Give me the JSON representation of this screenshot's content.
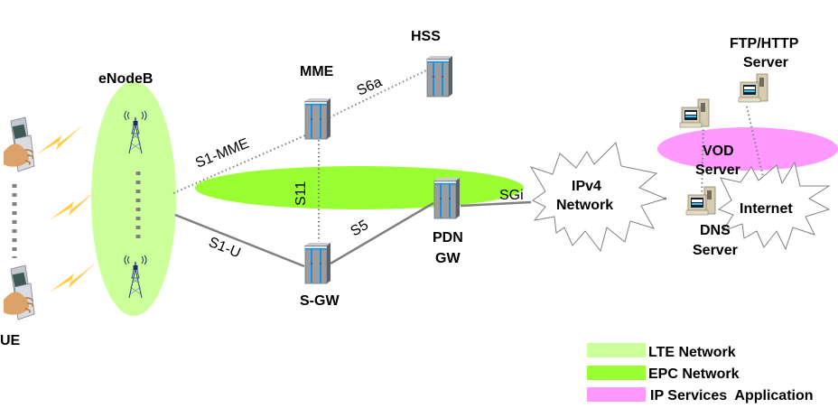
{
  "colors": {
    "lte": "#ccff99",
    "epc": "#99ff33",
    "ip_services": "#ff99ff",
    "link_solid": "#808080",
    "link_dotted": "#808080",
    "lightning": "#ffcc33"
  },
  "nodes": {
    "ue": "UE",
    "enodeb": "eNodeB",
    "mme": "MME",
    "hss": "HSS",
    "sgw": "S-GW",
    "pdn_gw_line1": "PDN",
    "pdn_gw_line2": "GW",
    "ipv4_line1": "IPv4",
    "ipv4_line2": "Network",
    "internet": "Internet",
    "ftp_line1": "FTP/HTTP",
    "ftp_line2": "Server",
    "vod_line1": "VOD",
    "vod_line2": "Server",
    "dns_line1": "DNS",
    "dns_line2": "Server"
  },
  "interfaces": {
    "s1_mme": "S1-MME",
    "s1_u": "S1-U",
    "s6a": "S6a",
    "s11": "S11",
    "s5": "S5",
    "sgi": "SGi"
  },
  "legend": [
    {
      "label": "LTE Network",
      "color": "#ccff99"
    },
    {
      "label": "EPC Network",
      "color": "#99ff33"
    },
    {
      "label": "IP Services  Application",
      "color": "#ff99ff"
    }
  ]
}
